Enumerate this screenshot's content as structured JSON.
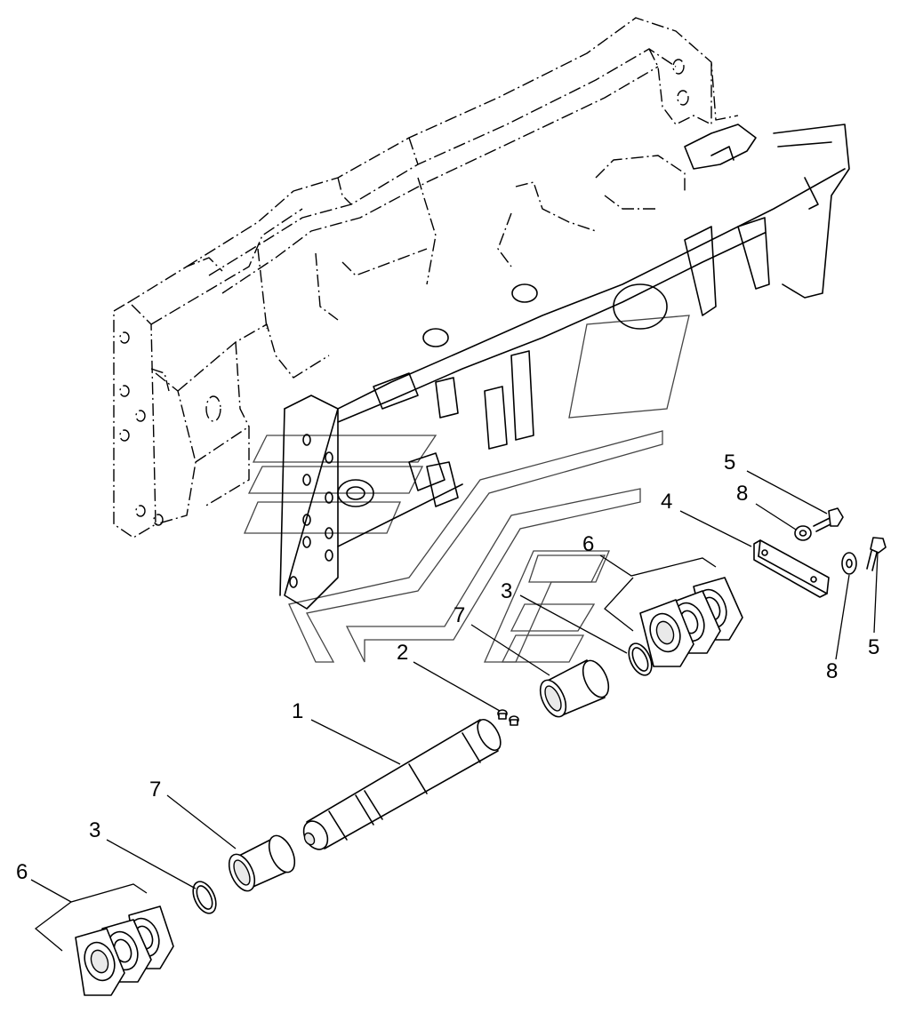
{
  "callouts": {
    "c1": "1",
    "c2": "2",
    "c3a": "3",
    "c3b": "3",
    "c4": "4",
    "c5a": "5",
    "c5b": "5",
    "c6a": "6",
    "c6b": "6",
    "c7a": "7",
    "c7b": "7",
    "c8a": "8",
    "c8b": "8"
  }
}
